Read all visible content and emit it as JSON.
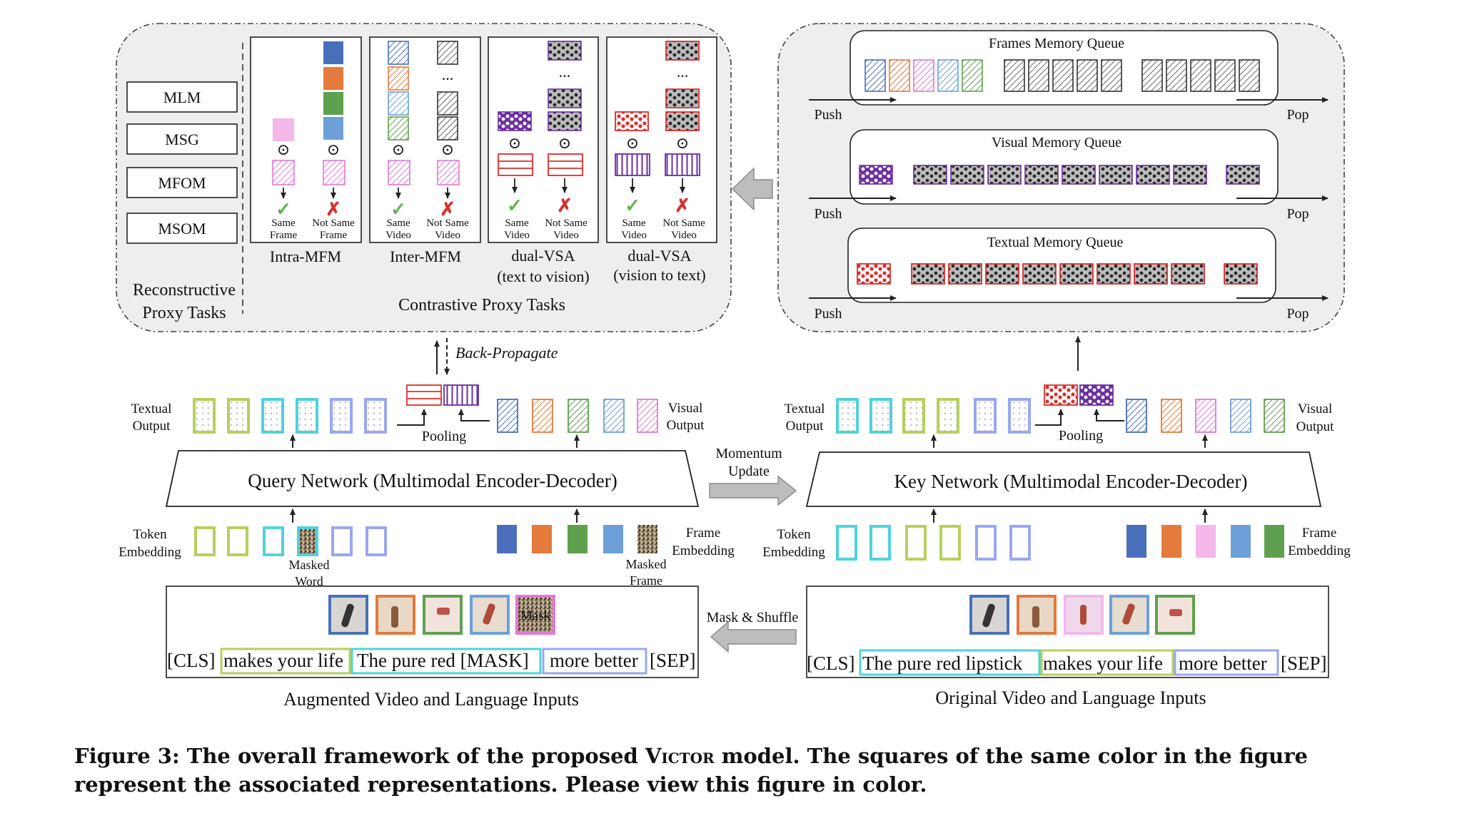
{
  "recon": {
    "tasks": [
      "MLM",
      "MSG",
      "MFOM",
      "MSOM"
    ],
    "title": [
      "Reconstructive",
      "Proxy Tasks"
    ]
  },
  "contrastive": {
    "title": "Contrastive Proxy Tasks",
    "panels": [
      {
        "name": "Intra-MFM",
        "sub": "",
        "left_label": [
          "Same",
          "Frame"
        ],
        "right_label": [
          "Not Same",
          "Frame"
        ]
      },
      {
        "name": "Inter-MFM",
        "sub": "",
        "left_label": [
          "Same",
          "Video"
        ],
        "right_label": [
          "Not Same",
          "Video"
        ]
      },
      {
        "name": "dual-VSA",
        "sub": "(text to vision)",
        "left_label": [
          "Same",
          "Video"
        ],
        "right_label": [
          "Not Same",
          "Video"
        ]
      },
      {
        "name": "dual-VSA",
        "sub": "(vision to text)",
        "left_label": [
          "Same",
          "Video"
        ],
        "right_label": [
          "Not Same",
          "Video"
        ]
      }
    ],
    "ellipsis": "...",
    "odot": "⊙",
    "check": "✓",
    "cross": "✗"
  },
  "queues": {
    "items": [
      "Frames Memory Queue",
      "Visual Memory Queue",
      "Textual Memory Queue"
    ],
    "push": "Push",
    "pop": "Pop"
  },
  "backprop": "Back-Propagate",
  "query": {
    "network": "Query Network (Multimodal Encoder-Decoder)",
    "textual_output": [
      "Textual",
      "Output"
    ],
    "visual_output": [
      "Visual",
      "Output"
    ],
    "pooling": "Pooling",
    "token_embedding": [
      "Token",
      "Embedding"
    ],
    "frame_embedding": [
      "Frame",
      "Embedding"
    ],
    "masked_word": [
      "Masked",
      "Word"
    ],
    "masked_frame": [
      "Masked",
      "Frame"
    ],
    "mask_thumb": "Mask",
    "sentence": [
      "[CLS]",
      "makes your life",
      "The pure red [MASK]",
      "more better",
      "[SEP]"
    ],
    "inputs_title": "Augmented Video and Language Inputs"
  },
  "key": {
    "network": "Key Network (Multimodal Encoder-Decoder)",
    "textual_output": [
      "Textual",
      "Output"
    ],
    "visual_output": [
      "Visual",
      "Output"
    ],
    "pooling": "Pooling",
    "token_embedding": [
      "Token",
      "Embedding"
    ],
    "frame_embedding": [
      "Frame",
      "Embedding"
    ],
    "sentence": [
      "[CLS]",
      "The pure red lipstick",
      "makes your life",
      "more better",
      "[SEP]"
    ],
    "inputs_title": "Original Video and Language Inputs"
  },
  "momentum": [
    "Momentum",
    "Update"
  ],
  "mask_shuffle": "Mask & Shuffle",
  "caption": {
    "prefix": "Figure 3: The overall framework of the proposed ",
    "model": "Victor",
    "suffix": " model. The squares of the same color in the figure represent the associated representations. Please view this figure in color."
  },
  "colors": {
    "blue": "#4a6fba",
    "orange": "#e47a3c",
    "green": "#5fa04e",
    "lightblue": "#6da0d8",
    "pink": "#e07ad6",
    "lightpink": "#f3b7ea",
    "lime": "#b7cf5c",
    "cyan": "#4fd3d8",
    "periwinkle": "#9aa7ee",
    "red": "#d9302c",
    "purple": "#6a2fa0"
  }
}
